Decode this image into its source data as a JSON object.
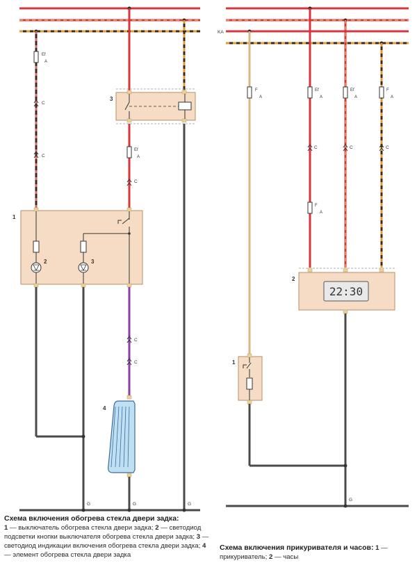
{
  "diagram_left": {
    "title": "Схема включения обогрева стекла двери задка:",
    "items": [
      {
        "num": "1",
        "text": "выключатель обогрева стекла двери задка;"
      },
      {
        "num": "2",
        "text": "светодиод подсветки кнопки выключателя обогрева стекла двери задка;"
      },
      {
        "num": "3",
        "text": "светодиод индикации включения обогрева стекла двери задка;"
      },
      {
        "num": "4",
        "text": "элемент обогрева стекла двери задка"
      }
    ],
    "component_numbers": [
      "1",
      "2",
      "3",
      "3",
      "4"
    ],
    "fuse_labels": [
      "Ef",
      "A",
      "Ef",
      "A"
    ],
    "connector_label": "C",
    "ground_label": "G"
  },
  "diagram_right": {
    "title": "Схема включения прикуривателя и часов:",
    "items": [
      {
        "num": "1",
        "text": "прикуриватель;"
      },
      {
        "num": "2",
        "text": "часы"
      }
    ],
    "bus_label": "KA",
    "component_numbers": [
      "1",
      "2"
    ],
    "fuse_labels": [
      "F",
      "A",
      "Ef",
      "A",
      "F",
      "A",
      "Ef",
      "A",
      "F",
      "A"
    ],
    "clock_display": "22:30",
    "connector_label": "C",
    "ground_label": "G"
  },
  "colors": {
    "wire_red": "#d8343c",
    "wire_orange": "#e69a2e",
    "wire_dark": "#3a2a22",
    "wire_gray": "#4a4a4a",
    "wire_purple": "#8a3fa8",
    "wire_tan": "#d9b784",
    "component_fill": "#f6dcc4",
    "component_border": "#b98c6a",
    "heater_fill": "#bfe0f2",
    "heater_border": "#3a6c9c",
    "lcd_fill": "#e9e9e9"
  }
}
